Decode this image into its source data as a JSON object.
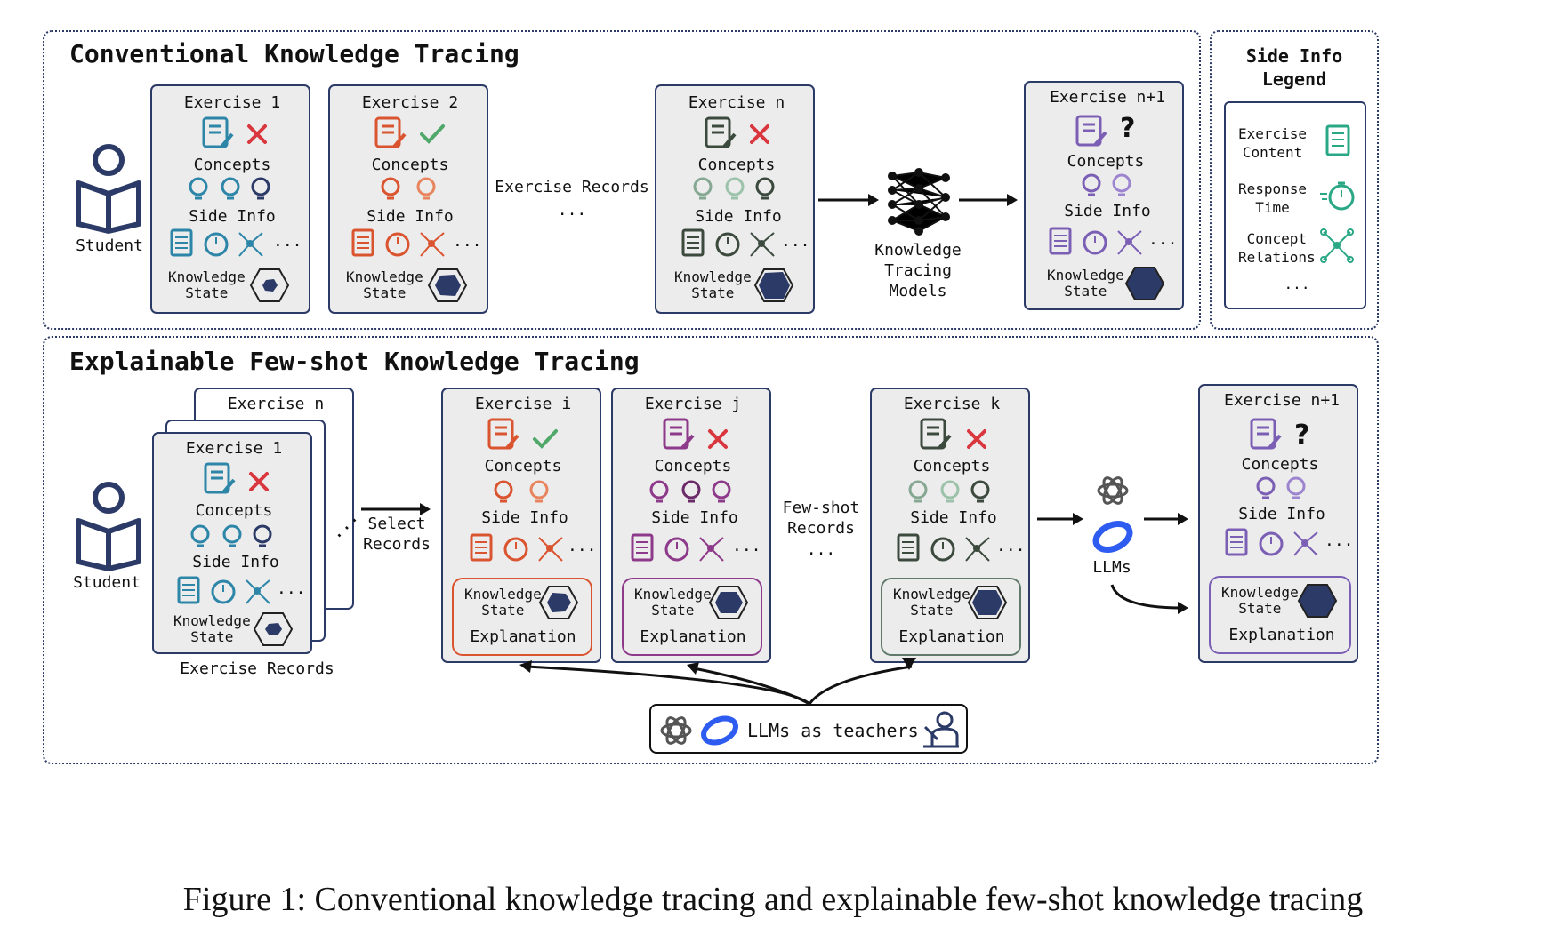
{
  "sections": {
    "conventional_title": "Conventional Knowledge Tracing",
    "explainable_title": "Explainable Few-shot Knowledge Tracing"
  },
  "common": {
    "concepts": "Concepts",
    "side_info": "Side Info",
    "ks_line1": "Knowledge",
    "ks_line2": "State",
    "explanation": "Explanation",
    "ellipsis": "...",
    "question_mark": "?"
  },
  "top": {
    "student": "Student",
    "cards": [
      "Exercise 1",
      "Exercise 2",
      "Exercise n",
      "Exercise n+1"
    ],
    "records_label": "Exercise Records",
    "records_dots": "...",
    "model_line1": "Knowledge",
    "model_line2": "Tracing",
    "model_line3": "Models"
  },
  "legend": {
    "title_line1": "Side Info",
    "title_line2": "Legend",
    "content_line1": "Exercise",
    "content_line2": "Content",
    "response_line1": "Response",
    "response_line2": "Time",
    "relations_line1": "Concept",
    "relations_line2": "Relations",
    "more": "..."
  },
  "bottom": {
    "student": "Student",
    "stack_back_title": "Exercise n",
    "stack_front_title": "Exercise 1",
    "stack_caption": "Exercise Records",
    "select_line1": "Select",
    "select_line2": "Records",
    "cards": [
      "Exercise i",
      "Exercise j",
      "Exercise k",
      "Exercise n+1"
    ],
    "fewshot_line1": "Few-shot",
    "fewshot_line2": "Records",
    "fewshot_dots": "...",
    "llms": "LLMs",
    "teachers": "LLMs as teachers"
  },
  "colors": {
    "navy": "#2b3a66",
    "teal_blue": "#2d86a8",
    "orange_red": "#d9542f",
    "gray_green": "#5f7a6a",
    "purple": "#7b5fb5",
    "magenta": "#8e3a8a",
    "correct_green": "#4fa86a",
    "wrong_red": "#d9363e",
    "legend_green": "#2aa885"
  },
  "figure_caption": "Figure 1: Conventional knowledge tracing and explainable few-shot knowledge tracing"
}
